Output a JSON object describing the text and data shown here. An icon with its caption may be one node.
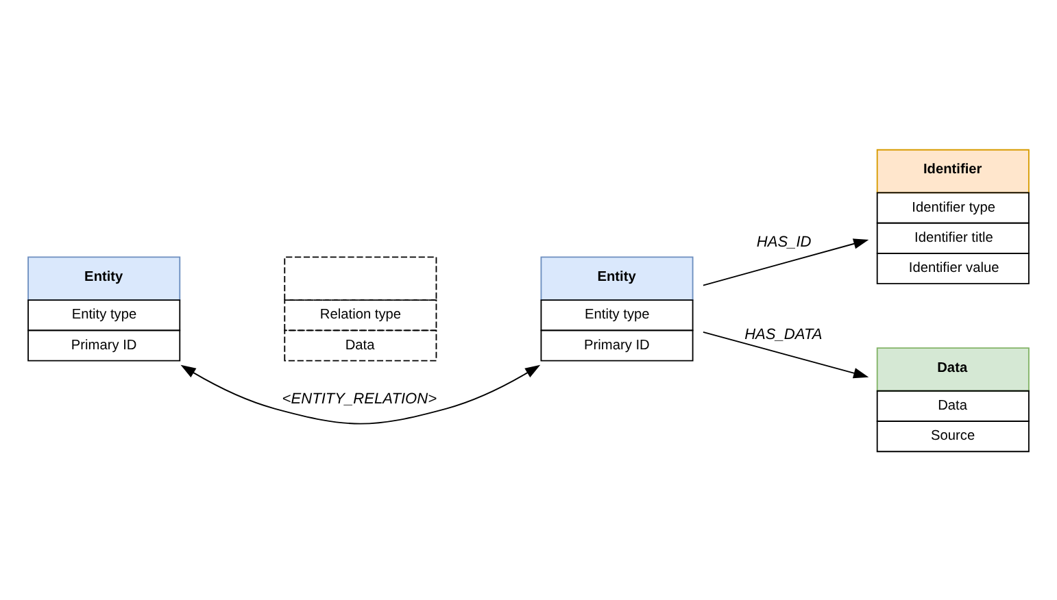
{
  "diagram": {
    "nodes": [
      {
        "text": [
          "Entity",
          "Entity type",
          "Primary ID"
        ]
      },
      {
        "text": [
          "Relation type",
          "Data"
        ]
      },
      {
        "text": [
          "Entity",
          "Entity type",
          "Primary ID"
        ]
      },
      {
        "text": [
          "Identifier",
          "Identifier type",
          "Identifier title",
          "Identifier value"
        ]
      },
      {
        "text": [
          "Data",
          "Data",
          "Source"
        ]
      }
    ],
    "edges": [
      {
        "from": 0,
        "to": 2,
        "arrow": "both",
        "label": "<ENTITY_RELATION>"
      },
      {
        "from": 2,
        "to": 3,
        "arrow": "to",
        "label": "HAS_ID"
      },
      {
        "from": 2,
        "to": 4,
        "arrow": "to",
        "label": "HAS_DATA"
      }
    ]
  }
}
